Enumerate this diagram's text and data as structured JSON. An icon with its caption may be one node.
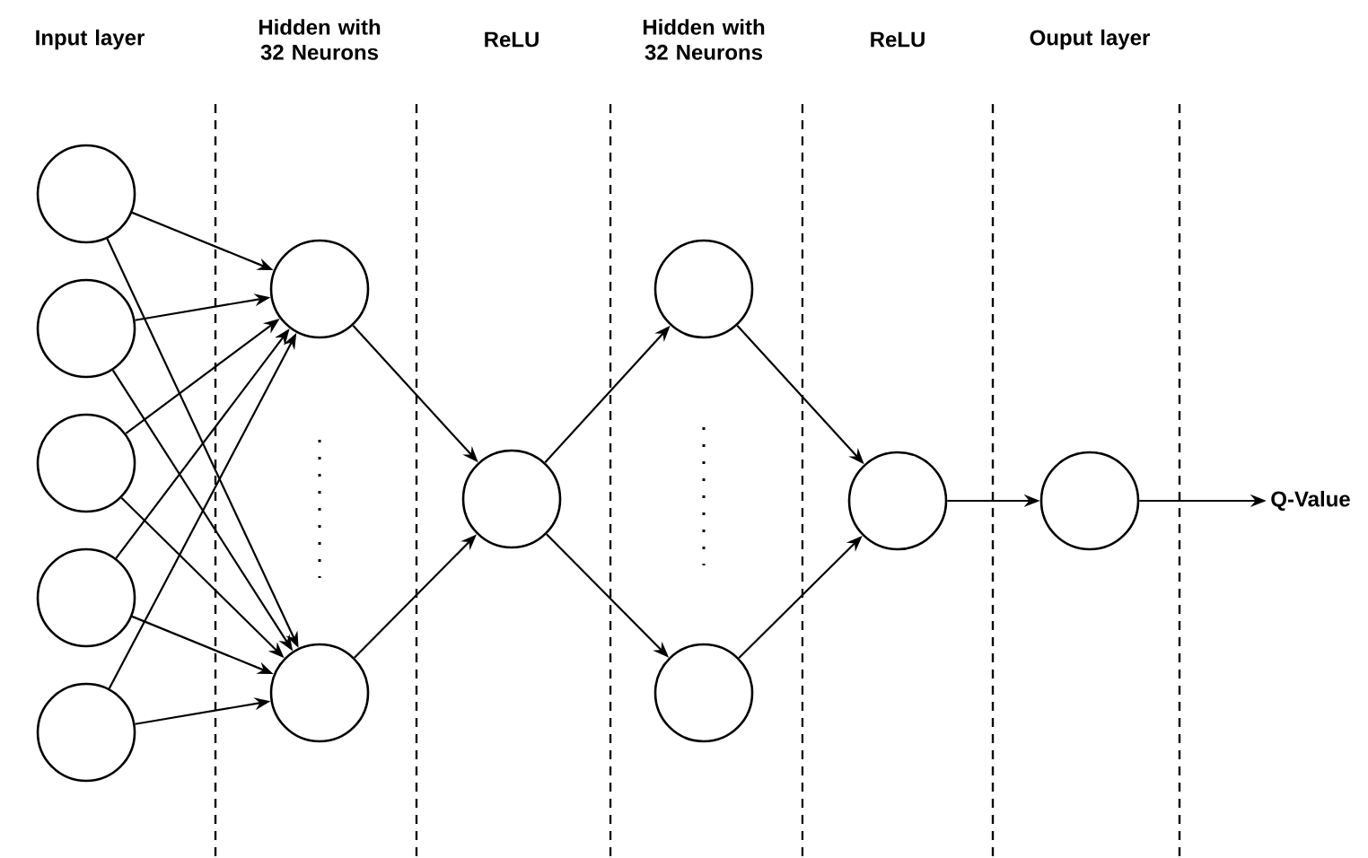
{
  "diagram": {
    "nodes": [
      {
        "text": [],
        "shape": "circle"
      },
      {
        "text": [],
        "shape": "circle"
      },
      {
        "text": [],
        "shape": "circle"
      },
      {
        "text": [],
        "shape": "circle"
      },
      {
        "text": [],
        "shape": "circle"
      },
      {
        "text": [],
        "shape": "circle"
      },
      {
        "text": [],
        "shape": "circle"
      },
      {
        "text": [],
        "shape": "circle"
      },
      {
        "text": [],
        "shape": "circle"
      },
      {
        "text": [],
        "shape": "circle"
      },
      {
        "text": [],
        "shape": "circle"
      },
      {
        "text": [],
        "shape": "circle"
      },
      {
        "text": [
          "Q-Value"
        ]
      }
    ],
    "edges": [
      {
        "from": 0,
        "to": 5,
        "arrow": "to"
      },
      {
        "from": 0,
        "to": 6,
        "arrow": "to"
      },
      {
        "from": 1,
        "to": 5,
        "arrow": "to"
      },
      {
        "from": 1,
        "to": 6,
        "arrow": "to"
      },
      {
        "from": 2,
        "to": 5,
        "arrow": "to"
      },
      {
        "from": 2,
        "to": 6,
        "arrow": "to"
      },
      {
        "from": 3,
        "to": 5,
        "arrow": "to"
      },
      {
        "from": 3,
        "to": 6,
        "arrow": "to"
      },
      {
        "from": 4,
        "to": 5,
        "arrow": "to"
      },
      {
        "from": 4,
        "to": 6,
        "arrow": "to"
      },
      {
        "from": 5,
        "to": 7,
        "arrow": "to"
      },
      {
        "from": 6,
        "to": 7,
        "arrow": "to"
      },
      {
        "from": 7,
        "to": 8,
        "arrow": "to"
      },
      {
        "from": 7,
        "to": 9,
        "arrow": "to"
      },
      {
        "from": 8,
        "to": 10,
        "arrow": "to"
      },
      {
        "from": 9,
        "to": 10,
        "arrow": "to"
      },
      {
        "from": 10,
        "to": 11,
        "arrow": "to"
      },
      {
        "from": 11,
        "to": 12,
        "arrow": "to"
      }
    ],
    "labels": [
      "Input layer",
      "Hidden with 32 Neurons",
      "ReLU",
      "Hidden with 32 Neurons",
      "ReLU",
      "Ouput layer"
    ]
  }
}
